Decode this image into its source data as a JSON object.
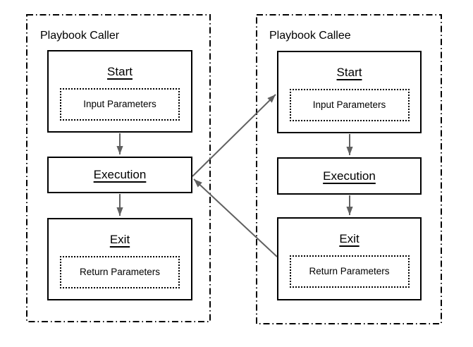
{
  "diagram": {
    "caller": {
      "title": "Playbook Caller",
      "start_label": "Start",
      "input_label": "Input Parameters",
      "execution_label": "Execution",
      "exit_label": "Exit",
      "return_label": "Return Parameters"
    },
    "callee": {
      "title": "Playbook Callee",
      "start_label": "Start",
      "input_label": "Input Parameters",
      "execution_label": "Execution",
      "exit_label": "Exit",
      "return_label": "Return Parameters"
    },
    "colors": {
      "box_border": "#000000",
      "container_border": "#000000",
      "arrow": "#606060",
      "text": "#000000",
      "background": "#ffffff"
    }
  }
}
